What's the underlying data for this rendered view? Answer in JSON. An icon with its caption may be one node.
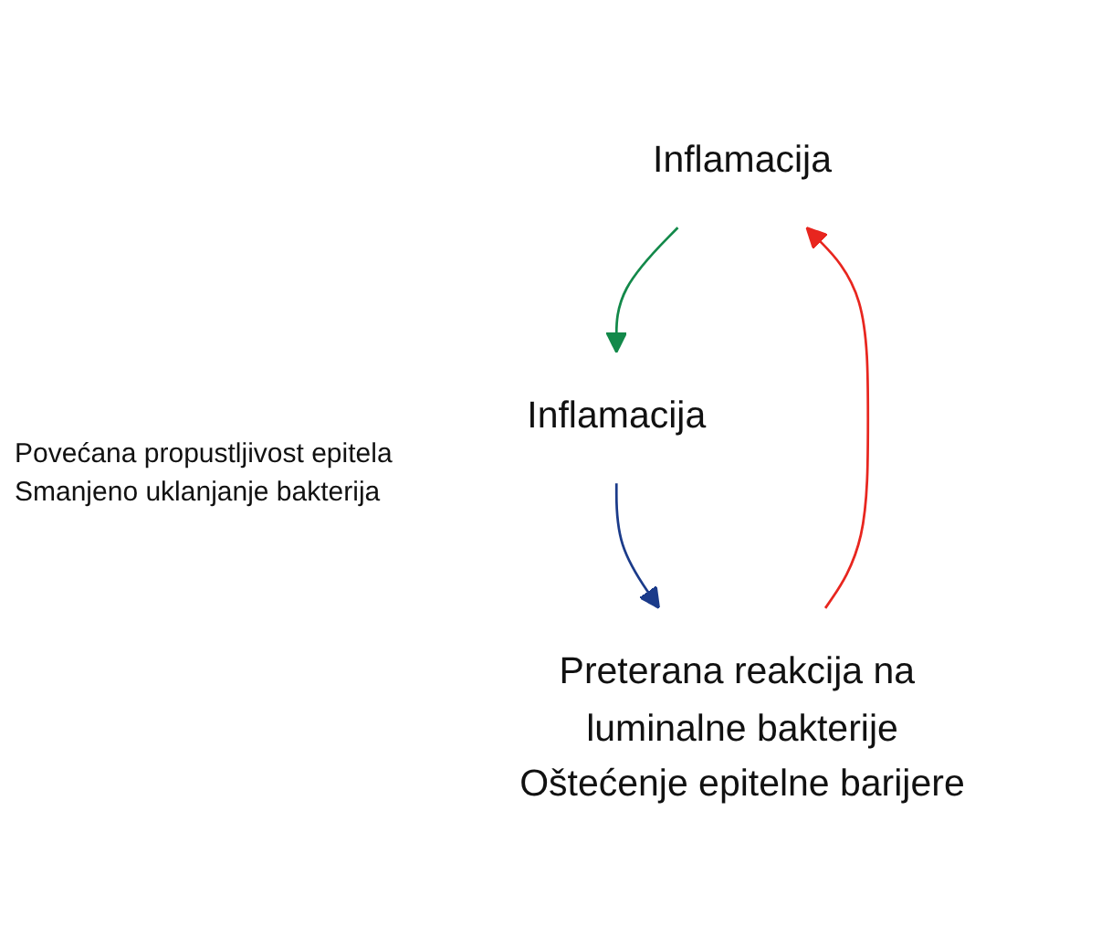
{
  "diagram": {
    "nodes": [
      {
        "text": [
          "Inflamacija"
        ]
      },
      {
        "text": [
          "Preterana reakcija na luminalne bakterije",
          "Oštećenje epitelne barijere"
        ]
      },
      {
        "text": [
          "Inflamacija"
        ]
      }
    ],
    "edges": [
      {
        "from": 1,
        "to": 0,
        "arrow": "to",
        "color": "#e8261f"
      },
      {
        "from": 0,
        "to": 2,
        "arrow": "to",
        "color": "#13894a"
      },
      {
        "from": 2,
        "to": 1,
        "arrow": "to",
        "color": "#1b3b8a"
      }
    ],
    "labels": [
      "Povećana propustljivost epitela",
      "Smanjeno uklanjanje bakterija"
    ]
  }
}
